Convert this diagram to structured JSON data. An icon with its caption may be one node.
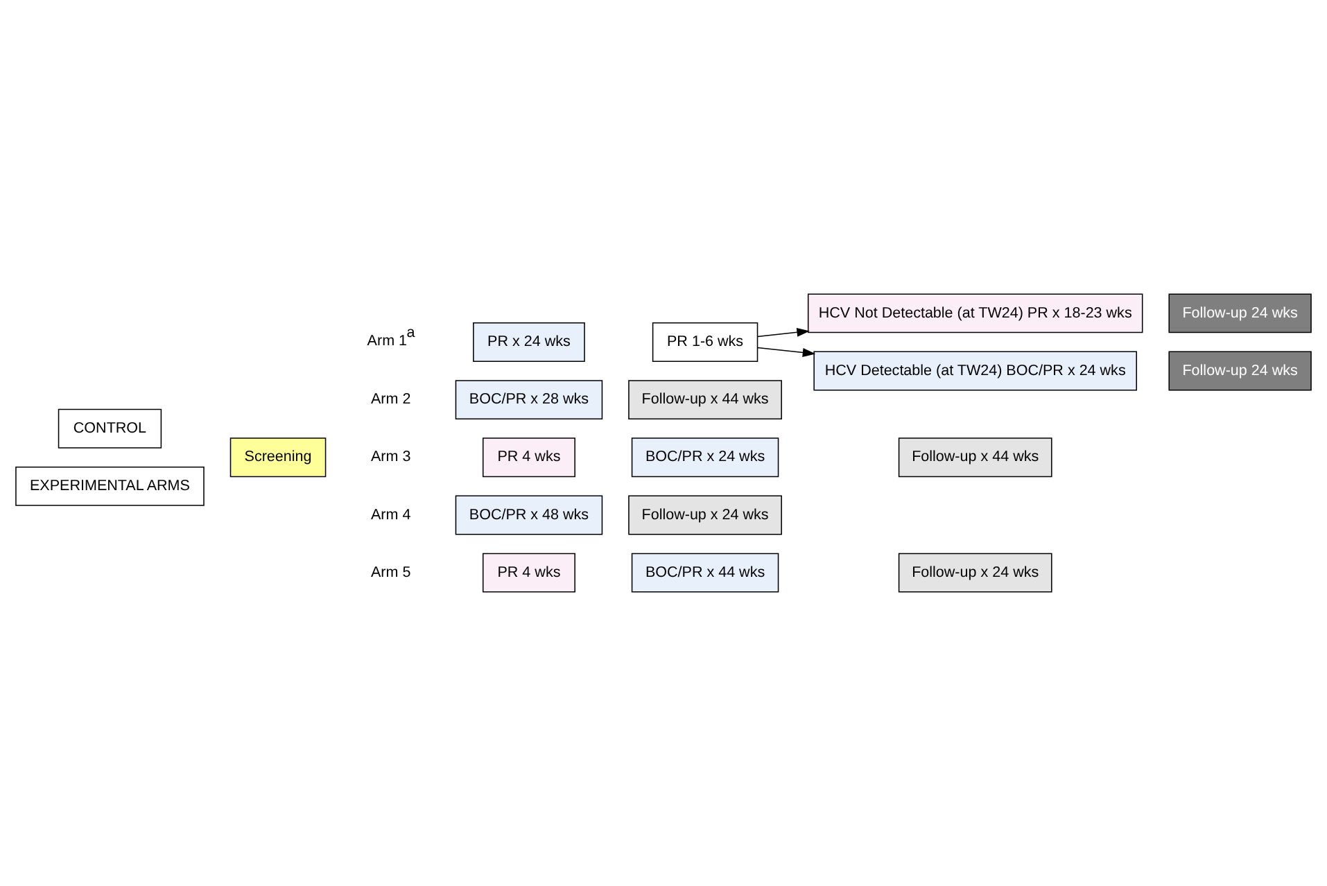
{
  "diagram": {
    "nodes": [
      {
        "text": [
          "CONTROL"
        ]
      },
      {
        "text": [
          "EXPERIMENTAL ARMS"
        ]
      },
      {
        "text": [
          "Screening"
        ]
      },
      {
        "text": [
          "PR x 24 wks"
        ]
      },
      {
        "text": [
          "PR 1-6 wks"
        ]
      },
      {
        "text": [
          "HCV Not Detectable (at TW24) PR x 18-23 wks"
        ]
      },
      {
        "text": [
          "Follow-up 24 wks"
        ]
      },
      {
        "text": [
          "HCV Detectable (at TW24) BOC/PR x 24 wks"
        ]
      },
      {
        "text": [
          "Follow-up 24 wks"
        ]
      },
      {
        "text": [
          "BOC/PR x 28 wks"
        ]
      },
      {
        "text": [
          "Follow-up x 44 wks"
        ]
      },
      {
        "text": [
          "PR 4 wks"
        ]
      },
      {
        "text": [
          "BOC/PR x 24 wks"
        ]
      },
      {
        "text": [
          "Follow-up x 44 wks"
        ]
      },
      {
        "text": [
          "BOC/PR x 48 wks"
        ]
      },
      {
        "text": [
          "Follow-up x 24 wks"
        ]
      },
      {
        "text": [
          "PR 4 wks"
        ]
      },
      {
        "text": [
          "BOC/PR x 44 wks"
        ]
      },
      {
        "text": [
          "Follow-up x 24 wks"
        ]
      }
    ],
    "edges": [
      {
        "from": 4,
        "to": 5,
        "arrow": "to"
      },
      {
        "from": 4,
        "to": 7,
        "arrow": "to"
      }
    ],
    "labels": [
      "Arm 1$^{a}$",
      "Arm 2",
      "Arm 3",
      "Arm 4",
      "Arm 5"
    ]
  }
}
